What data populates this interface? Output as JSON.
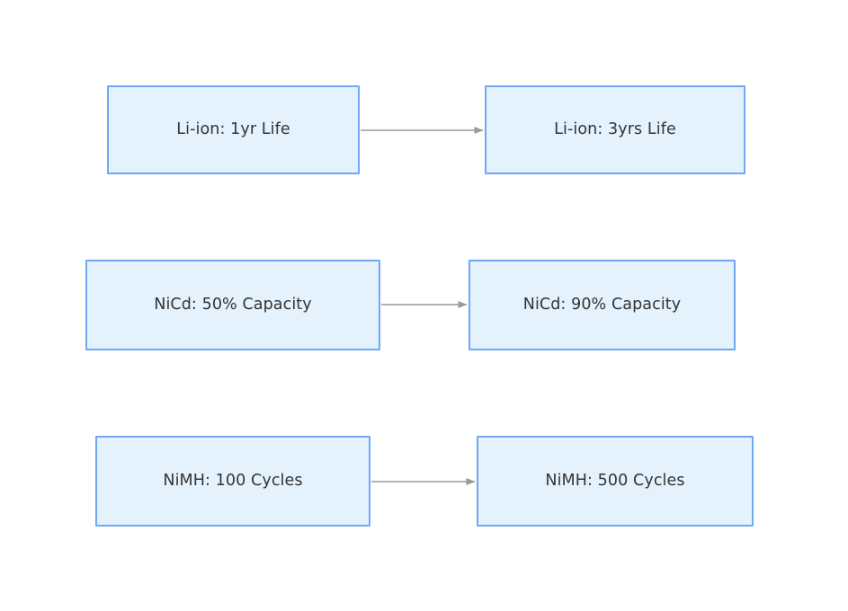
{
  "diagram": {
    "type": "flowchart",
    "direction": "left-to-right",
    "background_color": "#ffffff",
    "node_fill_color": "#e3f2fd",
    "node_border_color": "#6fa8f5",
    "node_text_color": "#333333",
    "edge_color": "#999999",
    "rows": [
      {
        "id": "row-liion",
        "source": {
          "id": "liion-before",
          "label": "Li-ion: 1yr Life"
        },
        "target": {
          "id": "liion-after",
          "label": "Li-ion: 3yrs Life"
        },
        "edge": {
          "id": "edge-liion",
          "label": "",
          "arrowhead": "triangle-filled"
        }
      },
      {
        "id": "row-nicd",
        "source": {
          "id": "nicd-before",
          "label": "NiCd: 50% Capacity"
        },
        "target": {
          "id": "nicd-after",
          "label": "NiCd: 90% Capacity"
        },
        "edge": {
          "id": "edge-nicd",
          "label": "",
          "arrowhead": "triangle-filled"
        }
      },
      {
        "id": "row-nimh",
        "source": {
          "id": "nimh-before",
          "label": "NiMH: 100 Cycles"
        },
        "target": {
          "id": "nimh-after",
          "label": "NiMH: 500 Cycles"
        },
        "edge": {
          "id": "edge-nimh",
          "label": "",
          "arrowhead": "triangle-filled"
        }
      }
    ]
  }
}
